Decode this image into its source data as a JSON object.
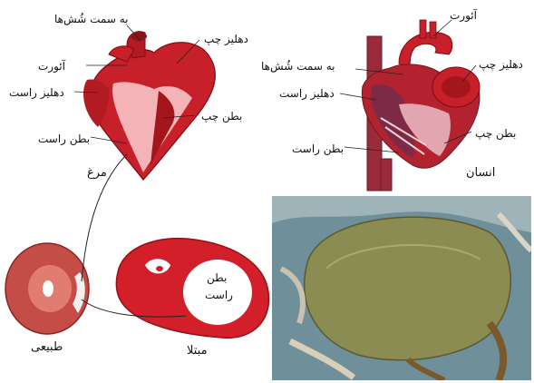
{
  "chicken_heart": {
    "caption": "مرغ",
    "labels": {
      "to_lungs": "به سمت شُش‌ها",
      "left_atrium": "دهلیز چپ",
      "aorta": "آئورت",
      "right_atrium": "دهلیز راست",
      "left_ventricle": "بطن چپ",
      "right_ventricle": "بطن راست"
    }
  },
  "human_heart": {
    "caption": "انسان",
    "labels": {
      "aorta": "آئورت",
      "to_lungs": "به سمت شُش‌ها",
      "left_atrium": "دهلیز چپ",
      "right_atrium": "دهلیز راست",
      "left_ventricle": "بطن چپ",
      "right_ventricle": "بطن راست"
    }
  },
  "cross_sections": {
    "normal_caption": "طبیعی",
    "affected_caption": "مبتلا",
    "right_ventricle_label_line1": "بطن",
    "right_ventricle_label_line2": "راست"
  },
  "colors": {
    "heart_red": "#c8202b",
    "heart_pink": "#f4b3b6",
    "ventricle_dark": "#8e1418",
    "photo_bg": "#6f8f9a",
    "photo_body": "#8a8c52"
  }
}
